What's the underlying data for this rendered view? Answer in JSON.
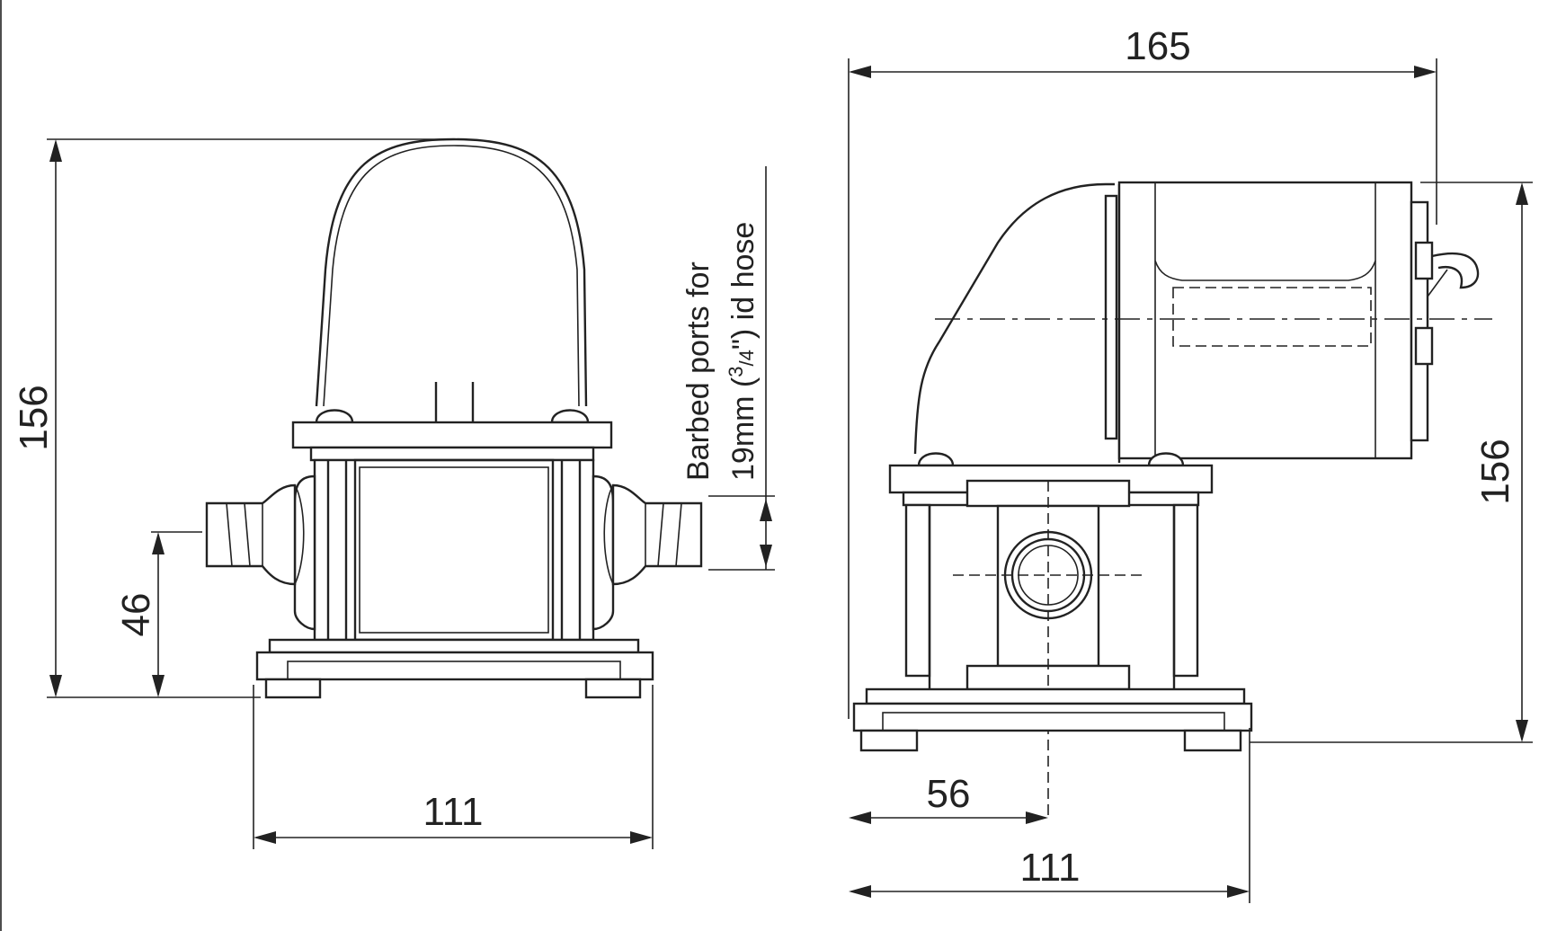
{
  "diagram": {
    "front_view": {
      "height_dim": "156",
      "port_height_dim": "46",
      "base_width_dim": "111"
    },
    "side_view": {
      "overall_length_dim": "165",
      "height_dim": "156",
      "port_offset_dim": "56",
      "base_width_dim": "111"
    },
    "note": {
      "line1": "Barbed ports for",
      "line2_prefix": "19mm (",
      "line2_num": "3",
      "line2_den": "/4",
      "line2_suffix": "\") id hose"
    }
  }
}
